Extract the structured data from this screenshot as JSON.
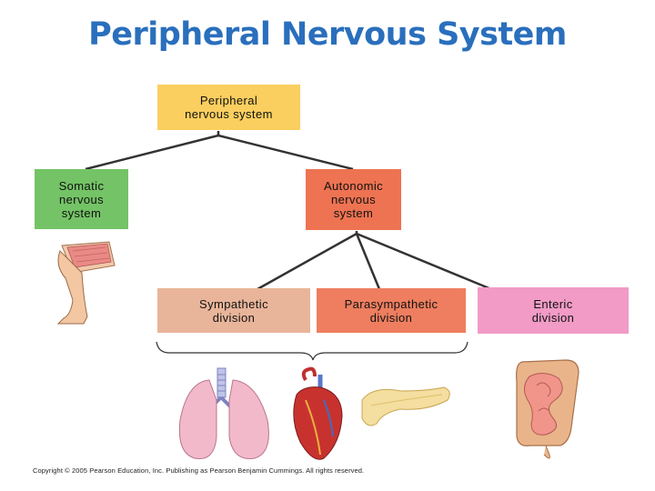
{
  "title": "Peripheral Nervous System",
  "colors": {
    "title": "#2a6fbd",
    "peripheral": "#fbcf5f",
    "somatic": "#74c366",
    "autonomic": "#ee7352",
    "sympathetic": "#e9b59a",
    "parasympathetic": "#ee7e5f",
    "enteric": "#f19bc6"
  },
  "boxes": {
    "peripheral": "Peripheral\nnervous system",
    "somatic": "Somatic\nnervous\nsystem",
    "autonomic": "Autonomic\nnervous\nsystem",
    "sympathetic": "Sympathetic\ndivision",
    "parasympathetic": "Parasympathetic\ndivision",
    "enteric": "Enteric\ndivision"
  },
  "illustrations": [
    "leg-muscle",
    "lungs",
    "heart",
    "pancreas",
    "intestines"
  ],
  "copyright": "Copyright © 2005 Pearson Education, Inc. Publishing as Pearson Benjamin Cummings. All rights reserved."
}
